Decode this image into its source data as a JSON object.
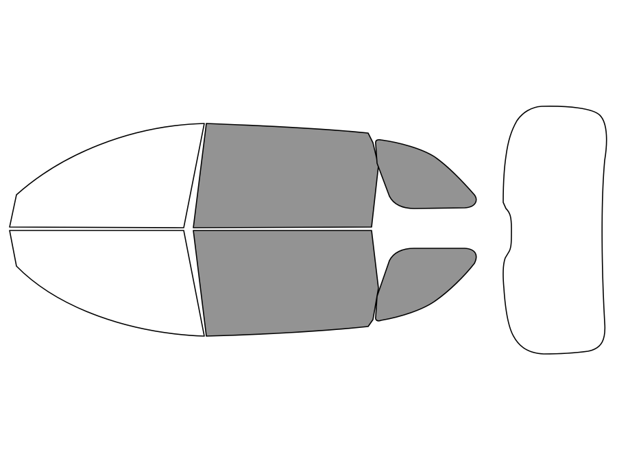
{
  "colors": {
    "background": "#ffffff",
    "outline": "#000000",
    "tinted": "#939393",
    "untinted": "#ffffff"
  },
  "panes": [
    {
      "id": "windshield-left",
      "tinted": false
    },
    {
      "id": "windshield-right",
      "tinted": false
    },
    {
      "id": "front-door-window-left",
      "tinted": true
    },
    {
      "id": "front-door-window-right",
      "tinted": true
    },
    {
      "id": "rear-door-window-left",
      "tinted": true
    },
    {
      "id": "rear-door-window-right",
      "tinted": true
    },
    {
      "id": "rear-windshield",
      "tinted": false
    }
  ]
}
